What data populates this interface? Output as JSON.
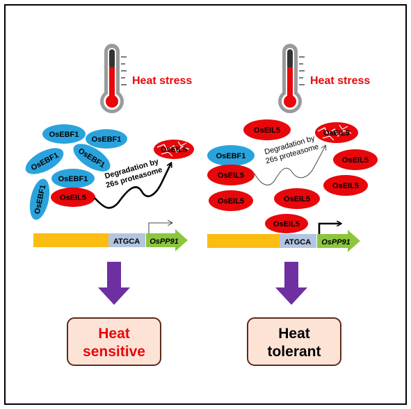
{
  "colors": {
    "blue": "#2aa3dd",
    "red": "#e8070b",
    "arrow_purple": "#6f2fa0",
    "gene_yellow": "#fbbd12",
    "promoter_grey": "#b3c5e0",
    "gene_green": "#8cc63f",
    "box_fill": "#fde3d6",
    "box_border": "#5a2b1a",
    "heat_red": "#e8070b"
  },
  "left_panel": {
    "stress_label": "Heat stress",
    "proteins": {
      "ebf1_a": "OsEBF1",
      "ebf1_b": "OsEBF1",
      "ebf1_c": "OsEBF1",
      "ebf1_d": "OsEBF1",
      "ebf1_e": "OsEBF1",
      "ebf1_f": "OsEBF1",
      "eil5_bound": "OsEIL5",
      "eil5_degraded": "OsEIL5"
    },
    "degradation_line1": "Degradation by",
    "degradation_line2": "26s proteasome",
    "promoter_label": "ATGCA",
    "gene_prefix": "Os",
    "gene_suffix": "PP91",
    "outcome_line1": "Heat",
    "outcome_line2": "sensitive"
  },
  "right_panel": {
    "stress_label": "Heat stress",
    "proteins": {
      "eil5_top": "OsEIL5",
      "eil5_degraded": "OsEIL5",
      "ebf1": "OsEBF1",
      "eil5_bound": "OsEIL5",
      "eil5_r1": "OsEIL5",
      "eil5_r2": "OsEIL5",
      "eil5_bottom_left": "OsEIL5",
      "eil5_mid": "OsEIL5",
      "eil5_promoter": "OsEIL5"
    },
    "degradation_line1": "Degradation by",
    "degradation_line2": "26s proteasome",
    "promoter_label": "ATGCA",
    "gene_prefix": "Os",
    "gene_suffix": "PP91",
    "outcome_line1": "Heat",
    "outcome_line2": "tolerant"
  }
}
